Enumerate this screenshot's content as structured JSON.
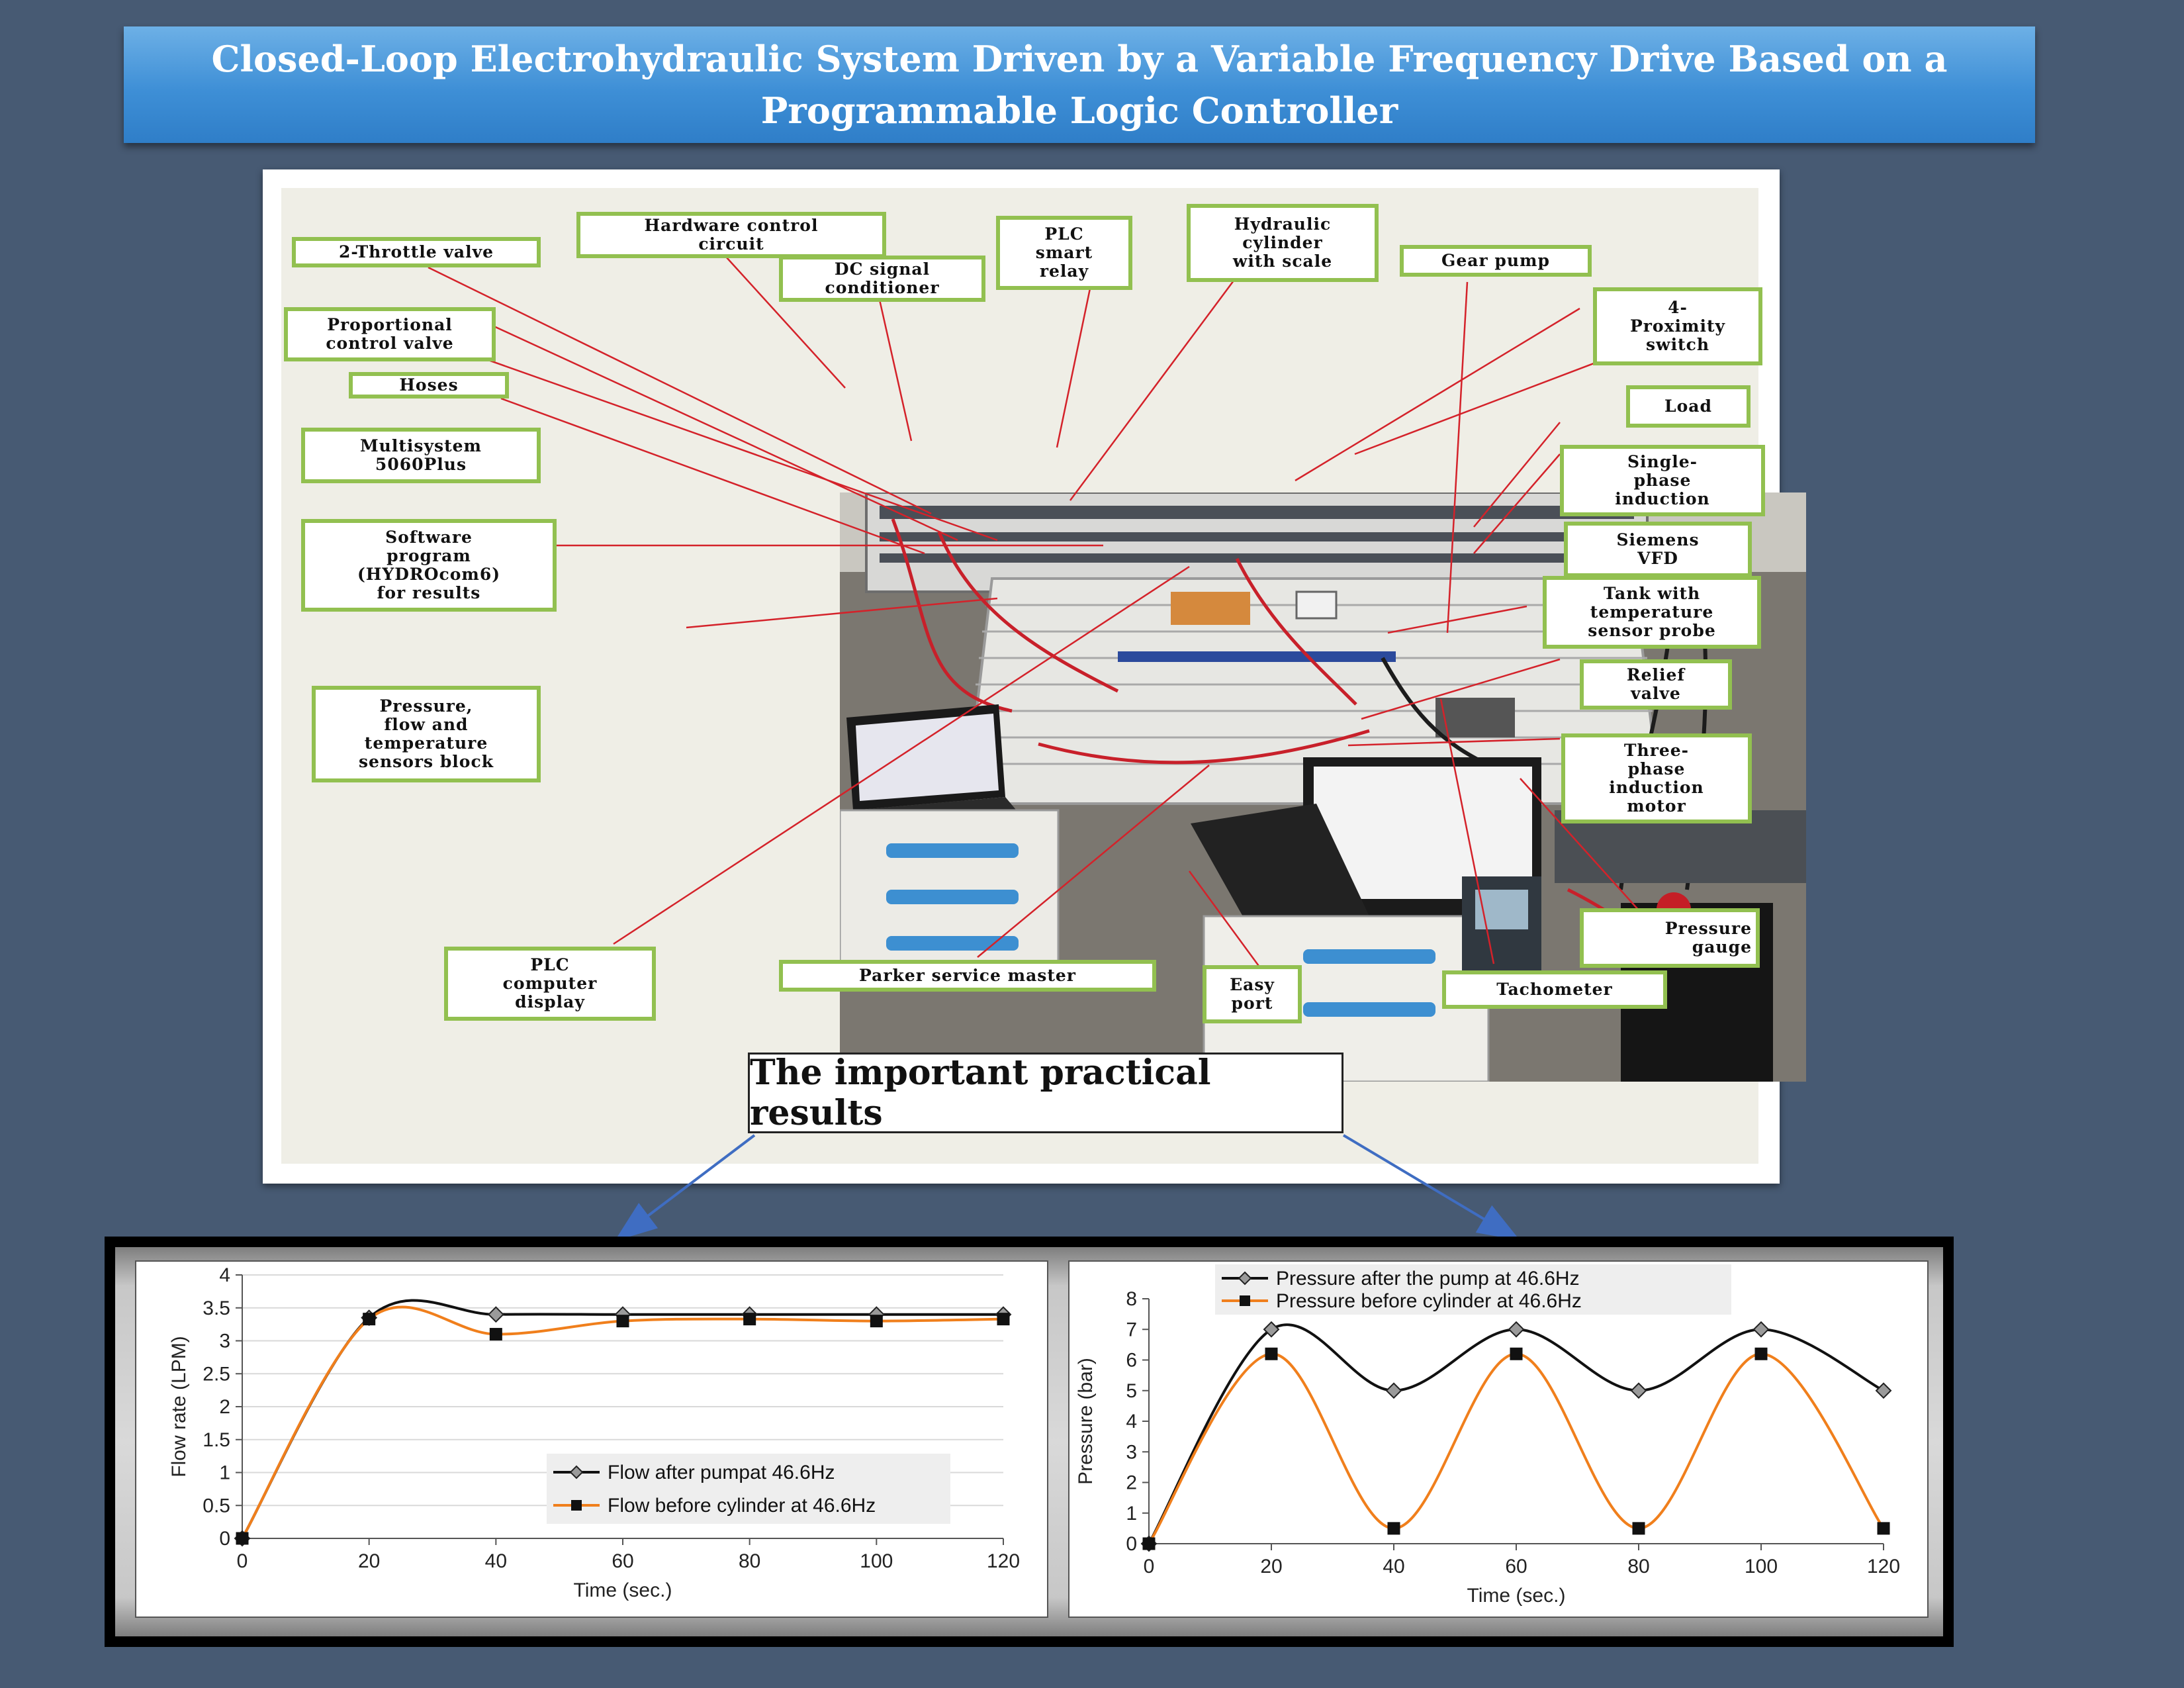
{
  "title": "Closed-Loop Electrohydraulic System Driven by a Variable Frequency Drive Based on a Programmable Logic Controller",
  "labels": [
    {
      "id": "throttle-valve",
      "text": "2-Throttle valve"
    },
    {
      "id": "hardware-control-circuit",
      "text": "Hardware control\ncircuit"
    },
    {
      "id": "dc-signal-conditioner",
      "text": "DC signal\nconditioner"
    },
    {
      "id": "plc-smart-relay",
      "text": "PLC\nsmart\nrelay"
    },
    {
      "id": "hydraulic-cylinder",
      "text": "Hydraulic\ncylinder\nwith scale"
    },
    {
      "id": "gear-pump",
      "text": "Gear pump"
    },
    {
      "id": "proximity-switch",
      "text": "4-\nProximity\nswitch"
    },
    {
      "id": "proportional-control-valve",
      "text": "Proportional\ncontrol valve"
    },
    {
      "id": "hoses",
      "text": "Hoses"
    },
    {
      "id": "load",
      "text": "Load"
    },
    {
      "id": "multisystem",
      "text": "Multisystem\n5060Plus"
    },
    {
      "id": "single-phase-induction",
      "text": "Single-\nphase\ninduction"
    },
    {
      "id": "software-program",
      "text": "Software\nprogram\n(HYDROcom6)\nfor results"
    },
    {
      "id": "siemens-vfd",
      "text": "Siemens\nVFD"
    },
    {
      "id": "tank-temperature",
      "text": "Tank with\ntemperature\nsensor probe"
    },
    {
      "id": "relief-valve",
      "text": "Relief\nvalve"
    },
    {
      "id": "sensors-block",
      "text": "Pressure,\nflow and\ntemperature\nsensors block"
    },
    {
      "id": "three-phase-motor",
      "text": "Three-\nphase\ninduction\nmotor"
    },
    {
      "id": "pressure-gauge",
      "text": "Pressure\ngauge"
    },
    {
      "id": "plc-computer-display",
      "text": "PLC\ncomputer\ndisplay"
    },
    {
      "id": "parker-service-master",
      "text": "Parker service master"
    },
    {
      "id": "easy-port",
      "text": "Easy\nport"
    },
    {
      "id": "tachometer",
      "text": "Tachometer"
    }
  ],
  "results_heading": "The important practical results",
  "chart_data": [
    {
      "type": "line",
      "xlabel": "Time (sec.)",
      "ylabel": "Flow rate (LPM)",
      "x": [
        0,
        20,
        40,
        60,
        80,
        100,
        120
      ],
      "xlim": [
        0,
        120
      ],
      "ylim": [
        0,
        4
      ],
      "xticks": [
        0,
        20,
        40,
        60,
        80,
        100,
        120
      ],
      "yticks": [
        0,
        0.5,
        1,
        1.5,
        2,
        2.5,
        3,
        3.5,
        4
      ],
      "ytick_labels": [
        "0",
        "0.5",
        "1",
        "1.5",
        "2",
        "2.5",
        "3",
        "3.5",
        "4"
      ],
      "grid": "y",
      "legend": "bottom-right",
      "series": [
        {
          "name": "Flow after pumpat 46.6Hz",
          "values": [
            0,
            3.35,
            3.4,
            3.4,
            3.4,
            3.4,
            3.4
          ],
          "color": "#111111",
          "marker": "diamond"
        },
        {
          "name": "Flow before cylinder at 46.6Hz",
          "values": [
            0,
            3.33,
            3.1,
            3.3,
            3.33,
            3.3,
            3.33
          ],
          "color": "#f07f1c",
          "marker": "square"
        }
      ]
    },
    {
      "type": "line",
      "xlabel": "Time (sec.)",
      "ylabel": "Pressure (bar)",
      "x": [
        0,
        20,
        40,
        60,
        80,
        100,
        120
      ],
      "xlim": [
        0,
        120
      ],
      "ylim": [
        0,
        8
      ],
      "xticks": [
        0,
        20,
        40,
        60,
        80,
        100,
        120
      ],
      "yticks": [
        0,
        1,
        2,
        3,
        4,
        5,
        6,
        7,
        8
      ],
      "ytick_labels": [
        "0",
        "1",
        "2",
        "3",
        "4",
        "5",
        "6",
        "7",
        "8"
      ],
      "grid": "none",
      "legend": "top",
      "series": [
        {
          "name": "Pressure after the pump at 46.6Hz",
          "values": [
            0,
            7,
            5,
            7,
            5,
            7,
            5
          ],
          "color": "#111111",
          "marker": "diamond"
        },
        {
          "name": "Pressure before cylinder at 46.6Hz",
          "values": [
            0,
            6.2,
            0.5,
            6.2,
            0.5,
            6.2,
            0.5
          ],
          "color": "#f07f1c",
          "marker": "square"
        }
      ]
    }
  ]
}
